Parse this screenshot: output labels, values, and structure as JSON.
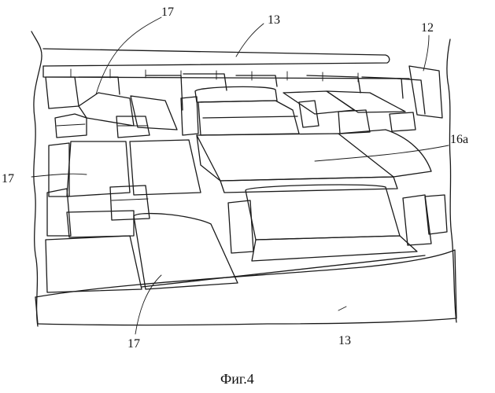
{
  "figure": {
    "caption": "Фиг.4",
    "labels": {
      "l17_top": "17",
      "l13_top": "13",
      "l12": "12",
      "l16a": "16a",
      "l17_left": "17",
      "l17_bottom": "17",
      "l13_bottom": "13"
    }
  }
}
